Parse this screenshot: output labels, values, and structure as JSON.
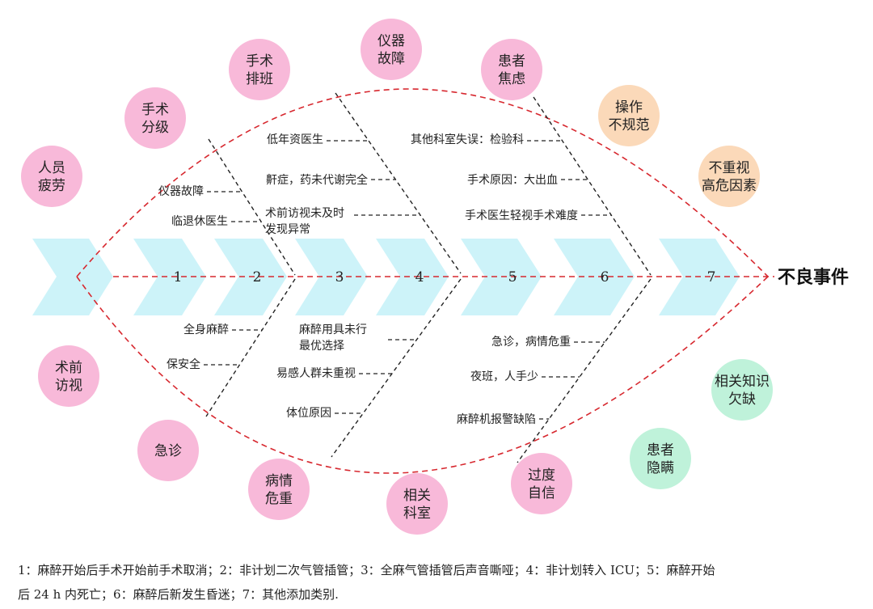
{
  "colors": {
    "pink": "#f8b9d9",
    "peach": "#fbd9b9",
    "mint": "#bff2da",
    "chevron": "#cdf3f9",
    "red": "#d7282f",
    "black": "#222222"
  },
  "effect_label": "不良事件",
  "stage_numbers": [
    "1",
    "2",
    "3",
    "4",
    "5",
    "6",
    "7"
  ],
  "circles": [
    {
      "lines": [
        "人员",
        "疲劳"
      ],
      "color": "pink"
    },
    {
      "lines": [
        "手术",
        "分级"
      ],
      "color": "pink"
    },
    {
      "lines": [
        "手术",
        "排班"
      ],
      "color": "pink"
    },
    {
      "lines": [
        "仪器",
        "故障"
      ],
      "color": "pink"
    },
    {
      "lines": [
        "患者",
        "焦虑"
      ],
      "color": "pink"
    },
    {
      "lines": [
        "操作",
        "不规范"
      ],
      "color": "peach"
    },
    {
      "lines": [
        "不重视",
        "高危因素"
      ],
      "color": "peach"
    },
    {
      "lines": [
        "术前",
        "访视"
      ],
      "color": "pink"
    },
    {
      "lines": [
        "急诊"
      ],
      "color": "pink"
    },
    {
      "lines": [
        "病情",
        "危重"
      ],
      "color": "pink"
    },
    {
      "lines": [
        "相关",
        "科室"
      ],
      "color": "pink"
    },
    {
      "lines": [
        "过度",
        "自信"
      ],
      "color": "pink"
    },
    {
      "lines": [
        "患者",
        "隐瞒"
      ],
      "color": "mint"
    },
    {
      "lines": [
        "相关知识",
        "欠缺"
      ],
      "color": "mint"
    }
  ],
  "causes": [
    {
      "lines": [
        "仪器故障"
      ]
    },
    {
      "lines": [
        "临退休医生"
      ]
    },
    {
      "lines": [
        "低年资医生"
      ]
    },
    {
      "lines": [
        "鼾症，药未代谢完全"
      ]
    },
    {
      "lines": [
        "术前访视未及时",
        "发现异常"
      ]
    },
    {
      "lines": [
        "其他科室失误：检验科"
      ]
    },
    {
      "lines": [
        "手术原因：大出血"
      ]
    },
    {
      "lines": [
        "手术医生轻视手术难度"
      ]
    },
    {
      "lines": [
        "全身麻醉"
      ]
    },
    {
      "lines": [
        "保安全"
      ]
    },
    {
      "lines": [
        "麻醉用具未行",
        "最优选择"
      ]
    },
    {
      "lines": [
        "易感人群未重视"
      ]
    },
    {
      "lines": [
        "体位原因"
      ]
    },
    {
      "lines": [
        "急诊，病情危重"
      ]
    },
    {
      "lines": [
        "夜班，人手少"
      ]
    },
    {
      "lines": [
        "麻醉机报警缺陷"
      ]
    }
  ],
  "footer": {
    "line1": "1：麻醉开始后手术开始前手术取消；2：非计划二次气管插管；3：全麻气管插管后声音嘶哑；4：非计划转入 ICU；5：麻醉开始",
    "line2": "后 24 h 内死亡；6：麻醉后新发生昏迷；7：其他添加类别."
  }
}
